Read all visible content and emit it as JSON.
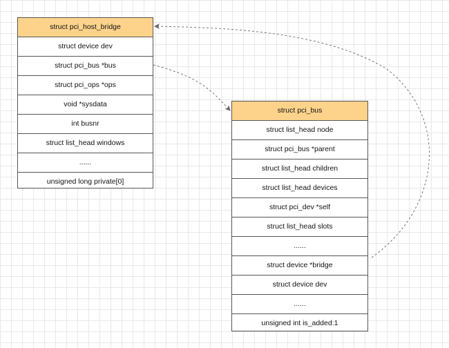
{
  "host_bridge": {
    "title": "struct pci_host_bridge",
    "fields": [
      "struct device dev",
      "struct pci_bus *bus",
      "struct pci_ops *ops",
      "void *sysdata",
      "int busnr",
      "struct list_head windows",
      "......",
      "unsigned long private[0]"
    ]
  },
  "pci_bus": {
    "title": "struct pci_bus",
    "fields": [
      "struct list_head node",
      "struct pci_bus *parent",
      "struct list_head children",
      "struct list_head devices",
      "struct pci_dev *self",
      "struct list_head slots",
      "......",
      "struct device *bridge",
      "struct device dev",
      "......",
      "unsigned int is_added:1"
    ]
  },
  "colors": {
    "header_fill": "#fdd38c",
    "border": "#555555",
    "connector": "#666666"
  }
}
